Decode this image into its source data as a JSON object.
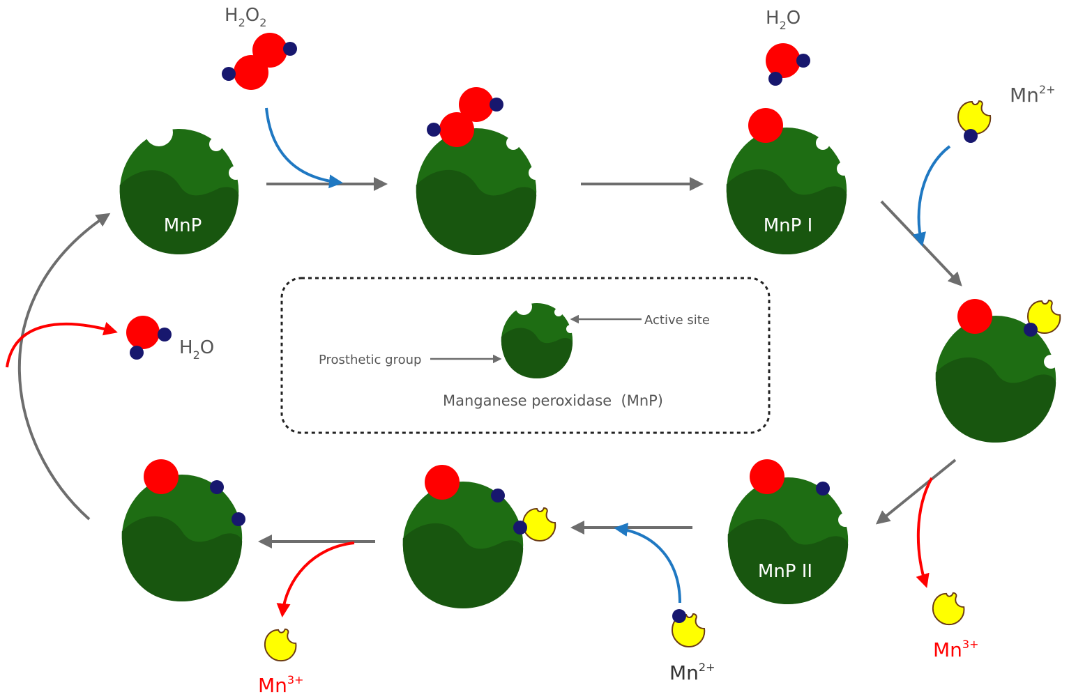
{
  "colors": {
    "enzyme_body": "#1e6d13",
    "enzyme_shade": "#18560f",
    "oxygen": "#ff0000",
    "hydrogen_electron": "#17176e",
    "manganese": "#ffff00",
    "manganese_outline": "#6a3a14",
    "step_arrow": "#6d6d6d",
    "input_arrow": "#1f78c2",
    "output_arrow": "#ff0000",
    "text": "#555555",
    "product_text": "#ff0000"
  },
  "legend": {
    "active_site": "Active site",
    "prosthetic_group": "Prosthetic group",
    "caption": "Manganese peroxidase  (MnP)"
  },
  "enzymes": {
    "resting": "MnP",
    "compound_i": "MnP I",
    "compound_ii": "MnP II"
  },
  "molecules": {
    "h2o2": {
      "base": "H",
      "sub1": "2",
      "mid": "O",
      "sub2": "2"
    },
    "water_top": {
      "base": "H",
      "sub": "2",
      "rest": "O"
    },
    "water_left": {
      "base": "H",
      "sub": "2",
      "rest": "O"
    },
    "mn2_top": {
      "base": "Mn",
      "sup": "2+"
    },
    "mn2_bottom": {
      "base": "Mn",
      "sup": "2+"
    },
    "mn3_right": {
      "base": "Mn",
      "sup": "3+"
    },
    "mn3_bottom": {
      "base": "Mn",
      "sup": "3+"
    }
  },
  "icons": [
    "enzyme-icon",
    "oxygen-atom-icon",
    "hydrogen-atom-icon",
    "manganese-ion-icon",
    "arrow-icon"
  ]
}
